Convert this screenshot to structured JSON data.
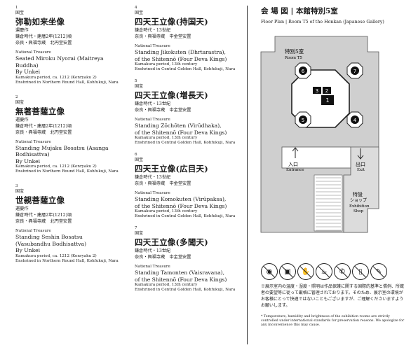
{
  "left_entries": [
    {
      "num": "1",
      "grade": "国宝",
      "title_jp": "弥勒如来坐像",
      "artist_jp": "運慶作",
      "period_jp": "鎌倉時代・建暦2年(1212)頃",
      "loc_jp": "奈良・興福寺蔵　北円堂安置",
      "nt": "National Treasure",
      "title_en": [
        "Seated Miroku Nyorai (Maitreya Buddha)"
      ],
      "by": "By Unkei",
      "period_en": "Kamakura period, ca. 1212 (Kenryaku 2)",
      "loc_en": "Enshrined in Northern Round Hall, Kohfukuji, Nara"
    },
    {
      "num": "2",
      "grade": "国宝",
      "title_jp": "無著菩薩立像",
      "artist_jp": "運慶作",
      "period_jp": "鎌倉時代・建暦2年(1212)頃",
      "loc_jp": "奈良・興福寺蔵　北円堂安置",
      "nt": "National Treasure",
      "title_en": [
        "Standing Mujaku Bosatsu (Asanga Bodhisattva)"
      ],
      "by": "By Unkei",
      "period_en": "Kamakura period, ca. 1212 (Kenryaku 2)",
      "loc_en": "Enshrined in Northern Round Hall, Kohfukuji, Nara"
    },
    {
      "num": "3",
      "grade": "国宝",
      "title_jp": "世親菩薩立像",
      "artist_jp": "運慶作",
      "period_jp": "鎌倉時代・建暦2年(1212)頃",
      "loc_jp": "奈良・興福寺蔵　北円堂安置",
      "nt": "National Treasure",
      "title_en": [
        "Standing Seshin Bosatsu",
        "(Vasubandhu Bodhisattva)"
      ],
      "by": "By Unkei",
      "period_en": "Kamakura period, ca. 1212 (Kenryaku 2)",
      "loc_en": "Enshrined in Northern Round Hall, Kohfukuji, Nara"
    }
  ],
  "right_entries": [
    {
      "num": "4",
      "grade": "国宝",
      "title_jp": "四天王立像(持国天)",
      "period_jp": "鎌倉時代・13世紀",
      "loc_jp": "奈良・興福寺蔵　中金堂安置",
      "nt": "National Treasure",
      "title_en": [
        "Standing Jikokuten (Dhrtarastra),",
        "of the Shitennō (Four Deva Kings)"
      ],
      "period_en": "Kamakura period, 13th century",
      "loc_en": "Enshrined in Central Golden Hall, Kohfukuji, Nara"
    },
    {
      "num": "5",
      "grade": "国宝",
      "title_jp": "四天王立像(増長天)",
      "period_jp": "鎌倉時代・13世紀",
      "loc_jp": "奈良・興福寺蔵　中金堂安置",
      "nt": "National Treasure",
      "title_en": [
        "Standing Zōchōten (Virūdhaka),",
        "of the Shitennō (Four Deva Kings)"
      ],
      "period_en": "Kamakura period, 13th century",
      "loc_en": "Enshrined in Central Golden Hall, Kohfukuji, Nara"
    },
    {
      "num": "6",
      "grade": "国宝",
      "title_jp": "四天王立像(広目天)",
      "period_jp": "鎌倉時代・13世紀",
      "loc_jp": "奈良・興福寺蔵　中金堂安置",
      "nt": "National Treasure",
      "title_en": [
        "Standing Komokuten (Virūpaksa),",
        "of the Shitennō (Four Deva Kings)"
      ],
      "period_en": "Kamakura period, 13th century",
      "loc_en": "Enshrined in Central Golden Hall, Kohfukuji, Nara"
    },
    {
      "num": "7",
      "grade": "国宝",
      "title_jp": "四天王立像(多聞天)",
      "period_jp": "鎌倉時代・13世紀",
      "loc_jp": "奈良・興福寺蔵　中金堂安置",
      "nt": "National Treasure",
      "title_en": [
        "Standing Tamonten (Vaisravana),",
        "of the Shitennō (Four Deva Kings)"
      ],
      "period_en": "Kamakura period, 13th century",
      "loc_en": "Enshrined in Central Golden Hall, Kohfukuji, Nara"
    }
  ],
  "floorplan": {
    "title_jp": "会 場 図 | 本館特別5室",
    "title_en": "Floor Plan | Room T5 of the Honkan (Japanese Gallery)",
    "room_jp": "特別5室",
    "room_en": "Room T5",
    "entrance_jp": "入口",
    "entrance_en": "Entrance",
    "exit_jp": "出口",
    "exit_en": "Exit",
    "shop_jp1": "特設",
    "shop_jp2": "ショップ",
    "shop_en1": "Exhibition",
    "shop_en2": "Shop",
    "markers": [
      "6",
      "7",
      "5",
      "4",
      "3",
      "2",
      "1"
    ]
  },
  "icons": [
    "no-photo-icon",
    "no-video-icon",
    "no-touch-icon",
    "no-food-icon",
    "no-phone-call-icon",
    "no-mobile-icon",
    "no-pen-icon"
  ],
  "notes": {
    "jp": "※展示室内の温度・湿度・照明は作品保護に関する国際的基準と慣例、所蔵者の要望等に従って厳格に管理されております。そのため、展示室の環境がお客様にとって快適ではないこともございますが、ご理解くださいますようお願いします。",
    "en": "* Temperature, humidity and brightness of the exhibition rooms are strictly controlled under international standards for preservation reasons. We apologize for any inconvenience this may cause."
  },
  "colors": {
    "ink": "#1a1a1a",
    "room_fill": "#cfcfcf",
    "shop_fill": "#dcdcdc"
  }
}
